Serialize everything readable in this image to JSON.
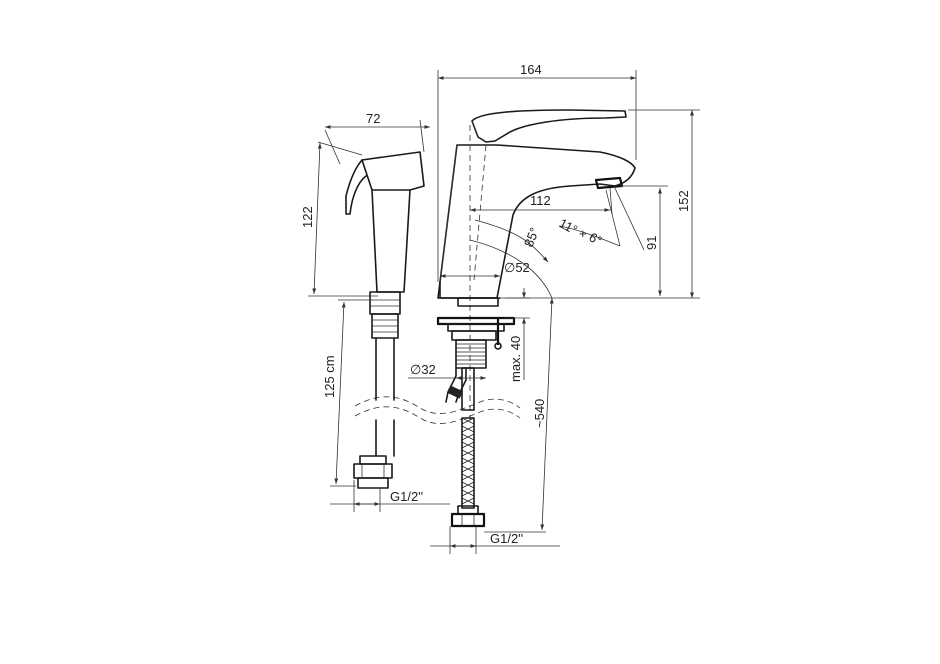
{
  "dimensions": {
    "total_length": "164",
    "shower_width": "72",
    "shower_height": "122",
    "spout_reach": "112",
    "total_height": "152",
    "spout_height": "91",
    "angle_85": "85°",
    "angle_11": "11°",
    "angle_6": "6°",
    "base_diameter": "52",
    "thread_diameter": "32",
    "max_thickness": "max. 40",
    "hose_length_tap": "~540",
    "hose_length_shower": "125 cm",
    "connector_left": "G1/2''",
    "connector_right": "G1/2''"
  },
  "symbols": {
    "diameter": "∅"
  }
}
